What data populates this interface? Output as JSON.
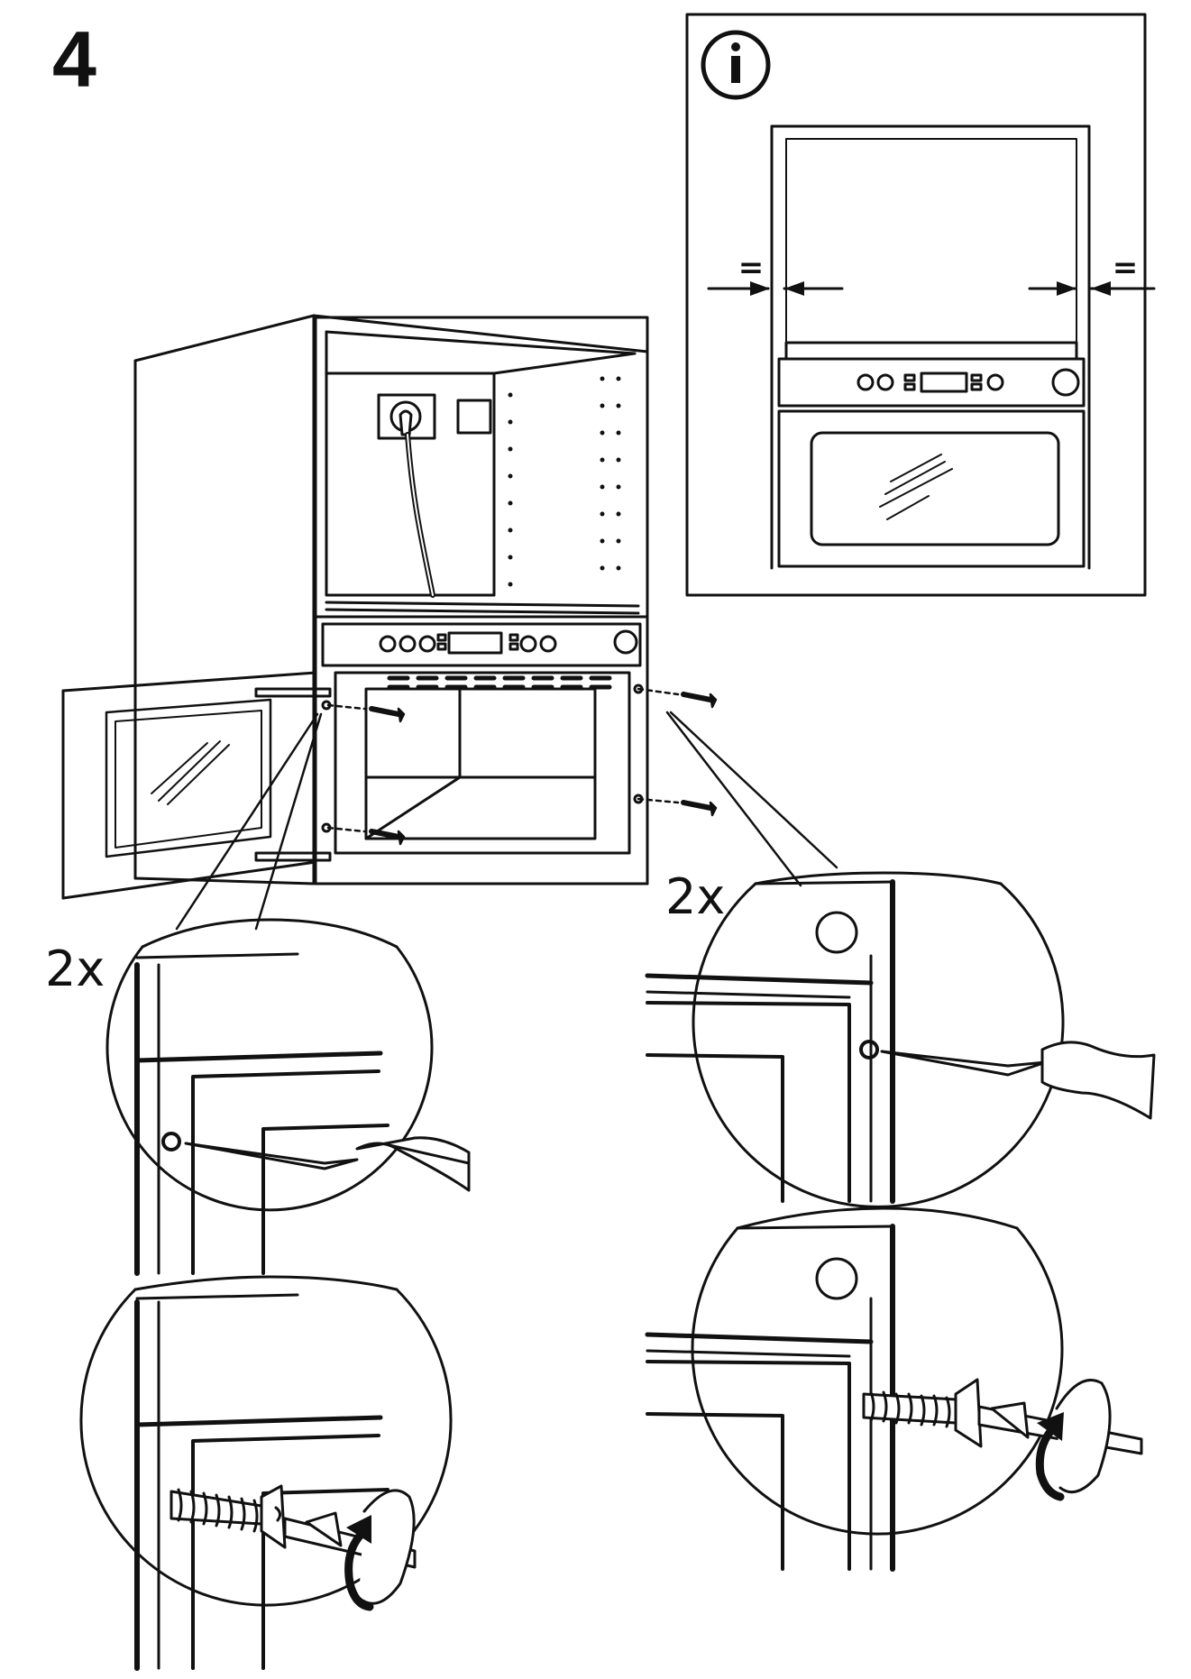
{
  "step": {
    "number": "4"
  },
  "info_box": {
    "icon": "info-icon",
    "equal_left": "=",
    "equal_right": "="
  },
  "detail_left": {
    "quantity": "2x"
  },
  "detail_right": {
    "quantity": "2x"
  },
  "colors": {
    "ink": "#111111",
    "paper": "#ffffff"
  }
}
